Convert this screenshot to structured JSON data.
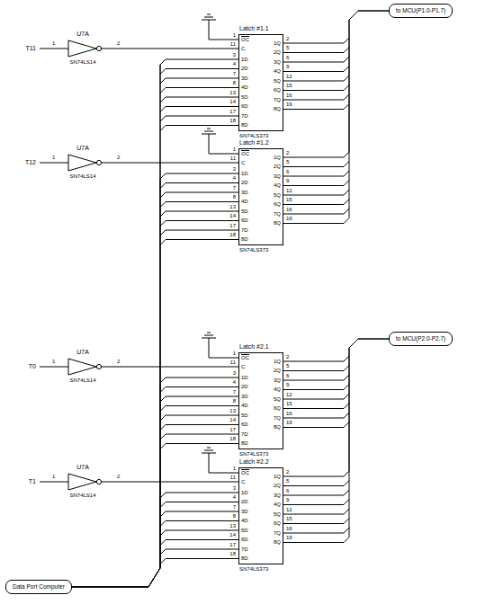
{
  "diagram": {
    "nodes": [
      {
        "text": [
          "U7A",
          "SN74LS14"
        ]
      },
      {
        "text": [
          "Latch #1.1",
          "SN74LS373"
        ]
      },
      {
        "text": [
          "U7A",
          "SN74LS14"
        ]
      },
      {
        "text": [
          "Latch #1.2",
          "SN74LS373"
        ]
      },
      {
        "text": [
          "U7A",
          "SN74LS14"
        ]
      },
      {
        "text": [
          "Latch #2.1",
          "SN74LS373"
        ]
      },
      {
        "text": [
          "U7A",
          "SN74LS14"
        ]
      },
      {
        "text": [
          "Latch #2.2",
          "SN74LS373"
        ]
      },
      {
        "text": [
          "to MCU(P1.0-P1.7)"
        ]
      },
      {
        "text": [
          "to MCU(P2.0-P2.7)"
        ]
      },
      {
        "text": [
          "Data Port Computer"
        ]
      }
    ],
    "edges": [
      {
        "from": 0,
        "to": 1,
        "arrow": "none"
      },
      {
        "from": 2,
        "to": 3,
        "arrow": "none"
      },
      {
        "from": 4,
        "to": 5,
        "arrow": "none"
      },
      {
        "from": 6,
        "to": 7,
        "arrow": "none"
      },
      {
        "from": 10,
        "to": 1,
        "arrow": "none"
      },
      {
        "from": 10,
        "to": 3,
        "arrow": "none"
      },
      {
        "from": 10,
        "to": 5,
        "arrow": "none"
      },
      {
        "from": 10,
        "to": 7,
        "arrow": "none"
      },
      {
        "from": 1,
        "to": 8,
        "arrow": "none"
      },
      {
        "from": 3,
        "to": 8,
        "arrow": "none"
      },
      {
        "from": 5,
        "to": 9,
        "arrow": "none"
      },
      {
        "from": 7,
        "to": 9,
        "arrow": "none"
      }
    ],
    "labels": [
      "T11",
      "1",
      "2",
      "T12",
      "1",
      "2",
      "T0",
      "1",
      "2",
      "T1",
      "1",
      "2",
      "1",
      "11",
      "3",
      "4",
      "7",
      "8",
      "13",
      "14",
      "17",
      "18",
      "2",
      "5",
      "6",
      "9",
      "12",
      "15",
      "16",
      "19",
      "OC",
      "C",
      "1D",
      "2D",
      "3D",
      "4D",
      "5D",
      "6D",
      "7D",
      "8D",
      "1Q",
      "2Q",
      "3Q",
      "4Q",
      "5Q",
      "6Q",
      "7Q",
      "8Q",
      "1",
      "11",
      "3",
      "4",
      "7",
      "8",
      "13",
      "14",
      "17",
      "18",
      "2",
      "5",
      "6",
      "9",
      "12",
      "15",
      "16",
      "19",
      "OC",
      "C",
      "1D",
      "2D",
      "3D",
      "4D",
      "5D",
      "6D",
      "7D",
      "8D",
      "1Q",
      "2Q",
      "3Q",
      "4Q",
      "5Q",
      "6Q",
      "7Q",
      "8Q",
      "1",
      "11",
      "3",
      "4",
      "7",
      "8",
      "13",
      "14",
      "17",
      "18",
      "2",
      "5",
      "6",
      "9",
      "12",
      "15",
      "16",
      "19",
      "OC",
      "C",
      "1D",
      "2D",
      "3D",
      "4D",
      "5D",
      "6D",
      "7D",
      "8D",
      "1Q",
      "2Q",
      "3Q",
      "4Q",
      "5Q",
      "6Q",
      "7Q",
      "8Q",
      "1",
      "11",
      "3",
      "4",
      "7",
      "8",
      "13",
      "14",
      "17",
      "18",
      "2",
      "5",
      "6",
      "9",
      "12",
      "15",
      "16",
      "19",
      "OC",
      "C",
      "1D",
      "2D",
      "3D",
      "4D",
      "5D",
      "6D",
      "7D",
      "8D",
      "1Q",
      "2Q",
      "3Q",
      "4Q",
      "5Q",
      "6Q",
      "7Q",
      "8Q"
    ]
  }
}
